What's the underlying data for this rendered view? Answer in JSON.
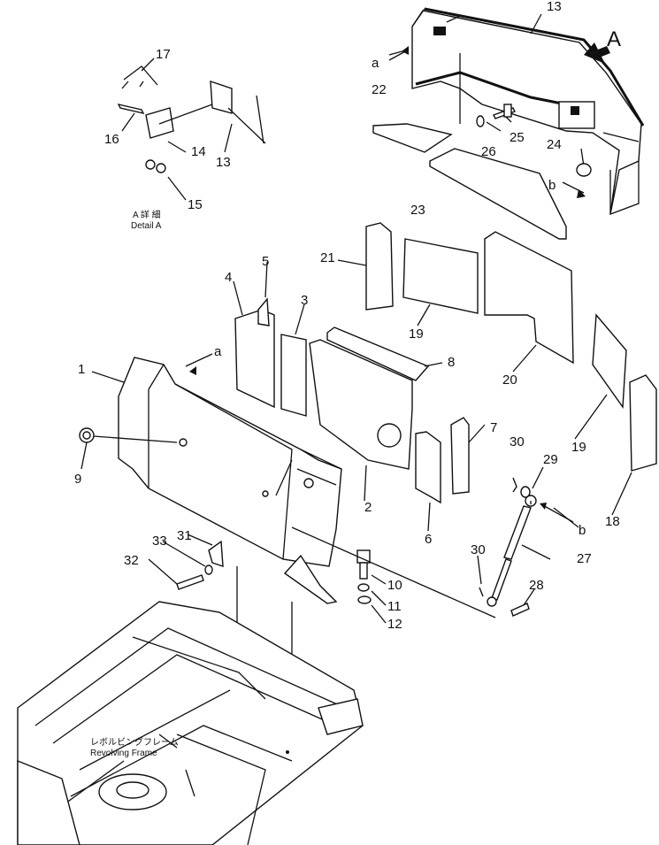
{
  "view_letter": "A",
  "callouts": {
    "p1": "1",
    "p2": "2",
    "p3": "3",
    "p4": "4",
    "p5": "5",
    "p6": "6",
    "p7": "7",
    "p8": "8",
    "p9": "9",
    "p10": "10",
    "p11": "11",
    "p12": "12",
    "p13_top": "13",
    "p13_detail": "13",
    "p14": "14",
    "p15": "15",
    "p16": "16",
    "p17": "17",
    "p18": "18",
    "p19_a": "19",
    "p19_b": "19",
    "p20": "20",
    "p21": "21",
    "p22": "22",
    "p23": "23",
    "p24": "24",
    "p25": "25",
    "p26": "26",
    "p27": "27",
    "p28": "28",
    "p29": "29",
    "p30_a": "30",
    "p30_b": "30",
    "p31": "31",
    "p32": "32",
    "p33": "33"
  },
  "refs": {
    "a_top": "a",
    "a_mid": "a",
    "b_top": "b",
    "b_mid": "b"
  },
  "detail_label_jp": "A 詳 細",
  "detail_label_en": "Detail A",
  "frame_label_jp": "レボルビングフレーム",
  "frame_label_en": "Revolving Frame"
}
